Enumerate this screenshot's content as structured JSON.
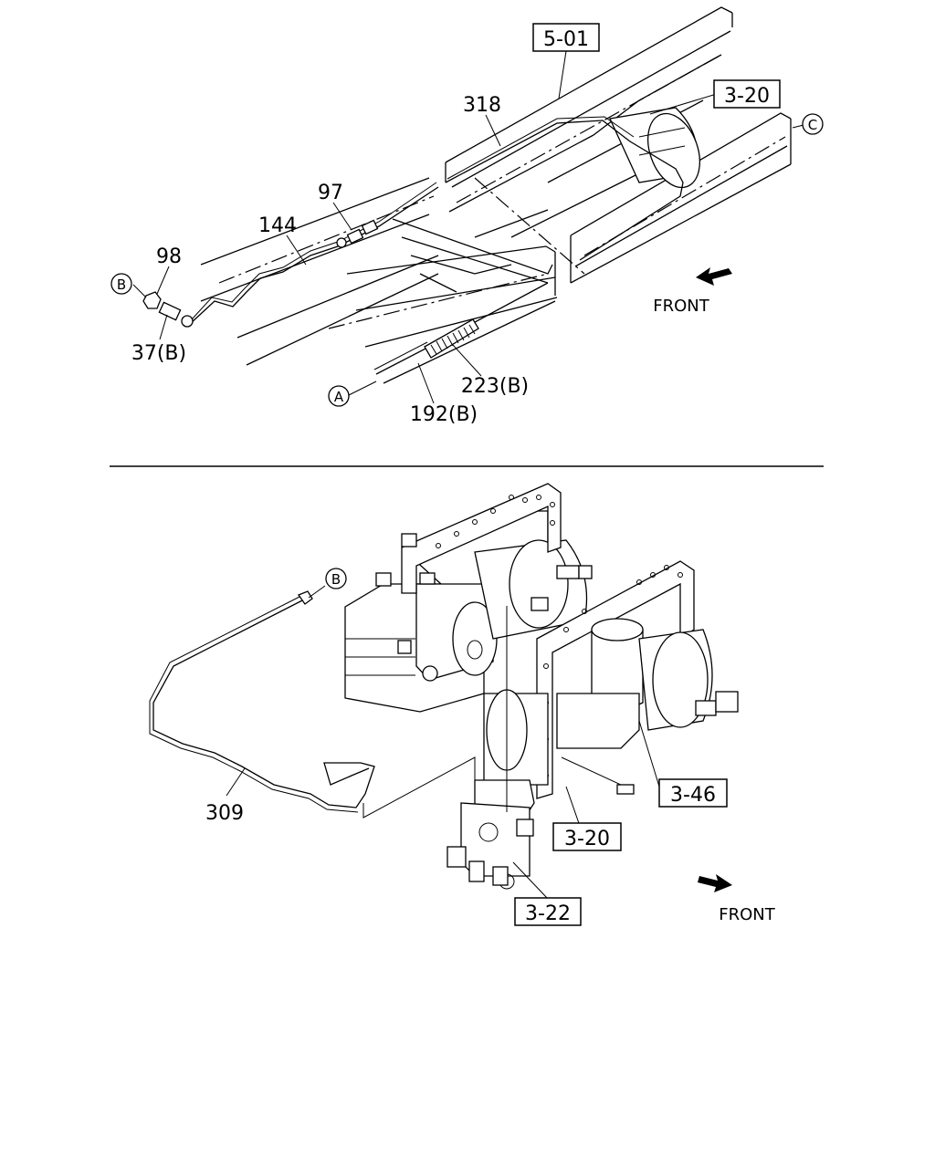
{
  "upper_view": {
    "ref_boxes": {
      "r5_01": "5-01",
      "r3_20": "3-20"
    },
    "part_labels": {
      "p318": "318",
      "p97": "97",
      "p144": "144",
      "p98": "98",
      "p37b": "37(B)",
      "p223b": "223(B)",
      "p192b": "192(B)"
    },
    "circle_refs": {
      "a": "A",
      "b": "B",
      "c": "C"
    },
    "front_label": "FRONT"
  },
  "lower_view": {
    "ref_boxes": {
      "r3_46": "3-46",
      "r3_20": "3-20",
      "r3_22": "3-22"
    },
    "part_labels": {
      "p309": "309"
    },
    "circle_refs": {
      "b": "B"
    },
    "front_label": "FRONT"
  }
}
